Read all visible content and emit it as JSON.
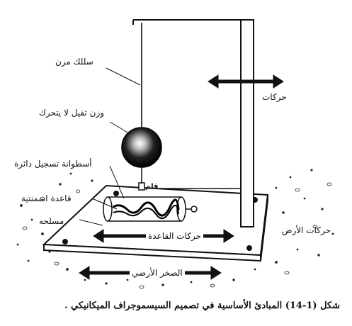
{
  "labels": {
    "spring": "سللك مرن",
    "motion_frame": "حركات",
    "mass": "وزن ثقيل لا يتحرك",
    "drum": "أسطوانة تسجيل دائرة",
    "pen": "قلم",
    "base": "قاعدة اسمنتية",
    "base2": "مسلحه",
    "ground_motion": "حركات الأرض",
    "base_motion": "حركات القاعدة",
    "bedrock": "الصخر الأرضي"
  },
  "caption": "شكل (1-14) المبادئ الأساسية في تصميم السيسموجراف الميكانيكي ."
}
